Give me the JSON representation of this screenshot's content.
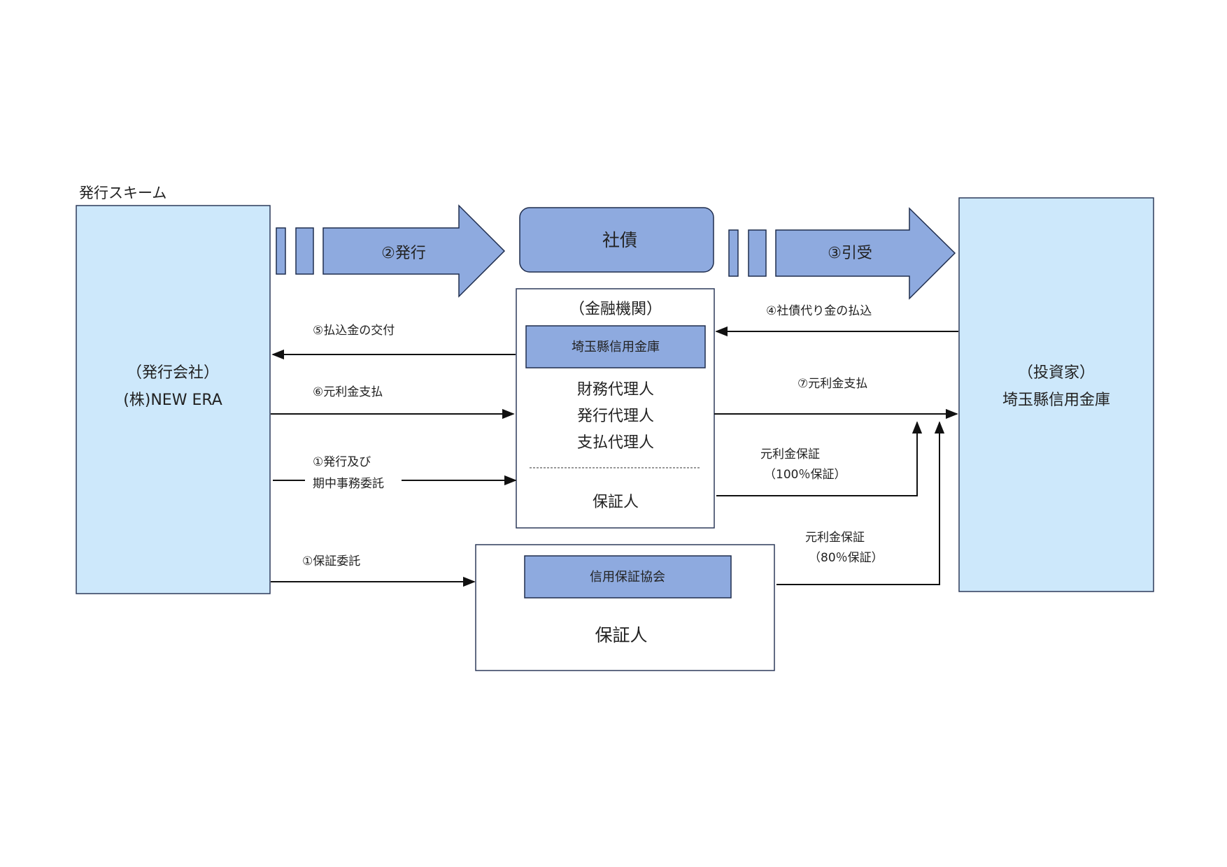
{
  "title": "発行スキーム",
  "colors": {
    "light_box_fill": "#cde8fb",
    "light_box_stroke": "#2d3a5a",
    "dark_box_fill": "#8eaadf",
    "dark_box_stroke": "#1f2d4d",
    "line": "#111111"
  },
  "issuer": {
    "role": "（発行会社）",
    "name": "(株)NEW ERA"
  },
  "investor": {
    "role": "（投資家）",
    "name": "埼玉縣信用金庫"
  },
  "bond": {
    "label": "社債"
  },
  "financial_institution": {
    "header": "（金融機関）",
    "name": "埼玉縣信用金庫",
    "roles": [
      "財務代理人",
      "発行代理人",
      "支払代理人"
    ],
    "guarantor": "保証人"
  },
  "guarantee_association": {
    "name": "信用保証協会",
    "guarantor": "保証人"
  },
  "flows": {
    "issue": "②発行",
    "underwrite": "③引受",
    "delivery_of_payment": "⑤払込金の交付",
    "principal_interest_to_agent": "⑥元利金支払",
    "issuance_commission_line1": "①発行及び",
    "issuance_commission_line2": "期中事務委託",
    "guarantee_commission": "①保証委託",
    "bond_payment": "④社債代り金の払込",
    "principal_interest_to_investor": "⑦元利金支払",
    "guarantee_100_line1": "元利金保証",
    "guarantee_100_line2": "（100％保証）",
    "guarantee_80_line1": "元利金保証",
    "guarantee_80_line2": "（80％保証）"
  }
}
